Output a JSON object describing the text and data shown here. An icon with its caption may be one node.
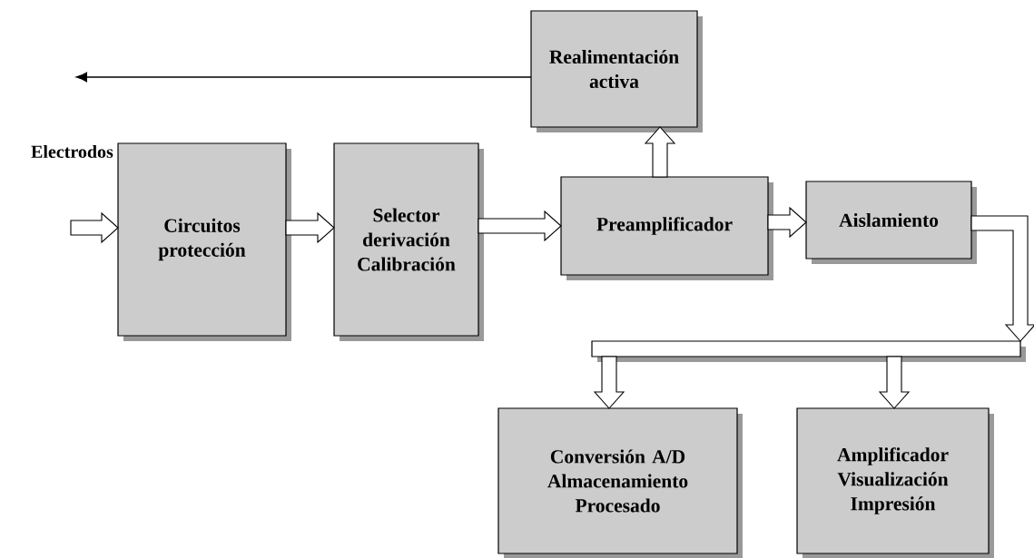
{
  "diagram": {
    "nodes": [
      {
        "text": [
          "Realimentación activa"
        ]
      },
      {
        "text": [
          "Circuitos protección"
        ]
      },
      {
        "text": [
          "Selector derivación Calibración"
        ]
      },
      {
        "text": [
          "Preamplificador"
        ]
      },
      {
        "text": [
          "Aislamiento"
        ]
      },
      {
        "text": [],
        "shape": "bar"
      },
      {
        "text": [
          "Conversión A/D Almacenamiento Procesado"
        ]
      },
      {
        "text": [
          "Amplificador Visualización Impresión"
        ]
      }
    ],
    "edges": [
      {
        "from": null,
        "to": 1,
        "arrow": "to"
      },
      {
        "from": 1,
        "to": 2,
        "arrow": "to"
      },
      {
        "from": 2,
        "to": 3,
        "arrow": "to"
      },
      {
        "from": 3,
        "to": 0,
        "arrow": "to"
      },
      {
        "from": 0,
        "to": null,
        "arrow": "to"
      },
      {
        "from": 3,
        "to": 4,
        "arrow": "to"
      },
      {
        "from": 4,
        "to": 5,
        "arrow": "to"
      },
      {
        "from": 5,
        "to": 6,
        "arrow": "to"
      },
      {
        "from": 5,
        "to": 7,
        "arrow": "to"
      }
    ],
    "labels": [
      "Electrodos"
    ]
  }
}
